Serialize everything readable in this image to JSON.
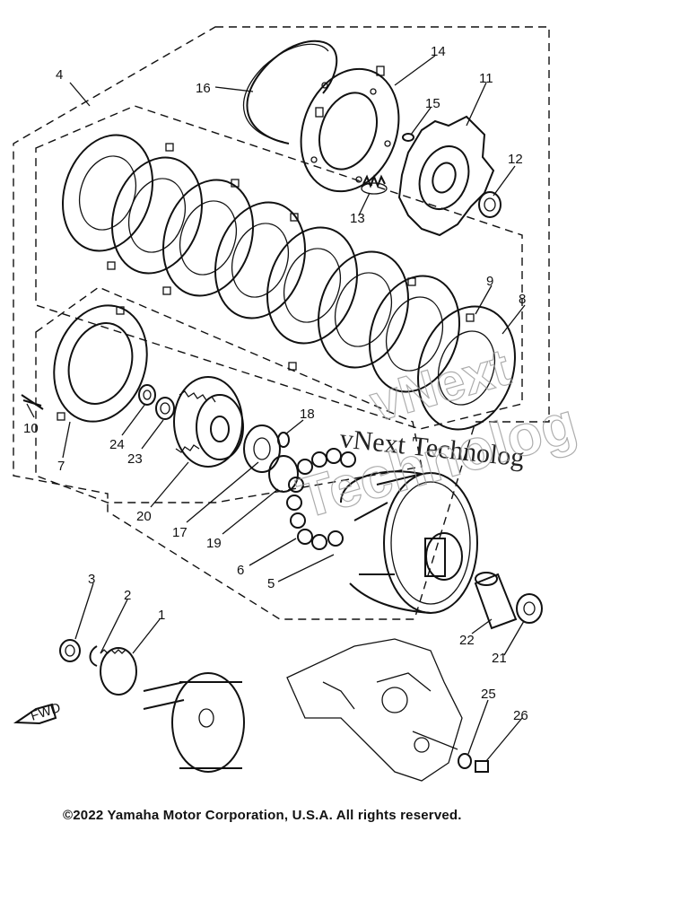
{
  "callouts": [
    {
      "id": "c1",
      "text": "1"
    },
    {
      "id": "c2",
      "text": "2"
    },
    {
      "id": "c3",
      "text": "3"
    },
    {
      "id": "c4",
      "text": "4"
    },
    {
      "id": "c5",
      "text": "5"
    },
    {
      "id": "c6",
      "text": "6"
    },
    {
      "id": "c7",
      "text": "7"
    },
    {
      "id": "c8",
      "text": "8"
    },
    {
      "id": "c9",
      "text": "9"
    },
    {
      "id": "c10",
      "text": "10"
    },
    {
      "id": "c11",
      "text": "11"
    },
    {
      "id": "c12",
      "text": "12"
    },
    {
      "id": "c13",
      "text": "13"
    },
    {
      "id": "c14",
      "text": "14"
    },
    {
      "id": "c15",
      "text": "15"
    },
    {
      "id": "c16",
      "text": "16"
    },
    {
      "id": "c17",
      "text": "17"
    },
    {
      "id": "c18",
      "text": "18"
    },
    {
      "id": "c19",
      "text": "19"
    },
    {
      "id": "c20",
      "text": "20"
    },
    {
      "id": "c21",
      "text": "21"
    },
    {
      "id": "c22",
      "text": "22"
    },
    {
      "id": "c23",
      "text": "23"
    },
    {
      "id": "c24",
      "text": "24"
    },
    {
      "id": "c25",
      "text": "25"
    },
    {
      "id": "c26",
      "text": "26"
    }
  ],
  "fwd_label": "FWD",
  "watermark": {
    "line1": "vNext Technolog",
    "big1": "vNext",
    "big2": "Technolog"
  },
  "copyright": "©2022 Yamaha Motor Corporation, U.S.A. All rights reserved."
}
